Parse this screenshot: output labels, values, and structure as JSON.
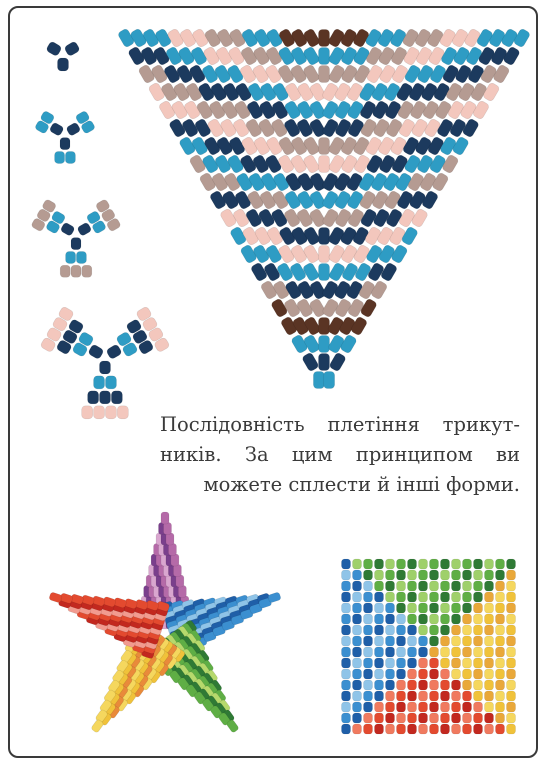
{
  "caption": {
    "line1": "Послідовність плетіння трикут-",
    "line2": "ників. За цим принципом ви",
    "line3": "можете сплести й інші форми."
  },
  "colors": {
    "navy": "#1c3a5e",
    "blue": "#2e9cc4",
    "taupe": "#b59b92",
    "pink": "#f3c7bd",
    "brown": "#5a3424",
    "frame": "#3a3a3a",
    "thread": "#d4694f"
  },
  "figures": [
    {
      "name": "step-1-triangle"
    },
    {
      "name": "step-2-triangle"
    },
    {
      "name": "step-3-triangle"
    },
    {
      "name": "step-4-triangle"
    },
    {
      "name": "large-triangle"
    },
    {
      "name": "rainbow-star"
    },
    {
      "name": "square-beadwork"
    }
  ]
}
